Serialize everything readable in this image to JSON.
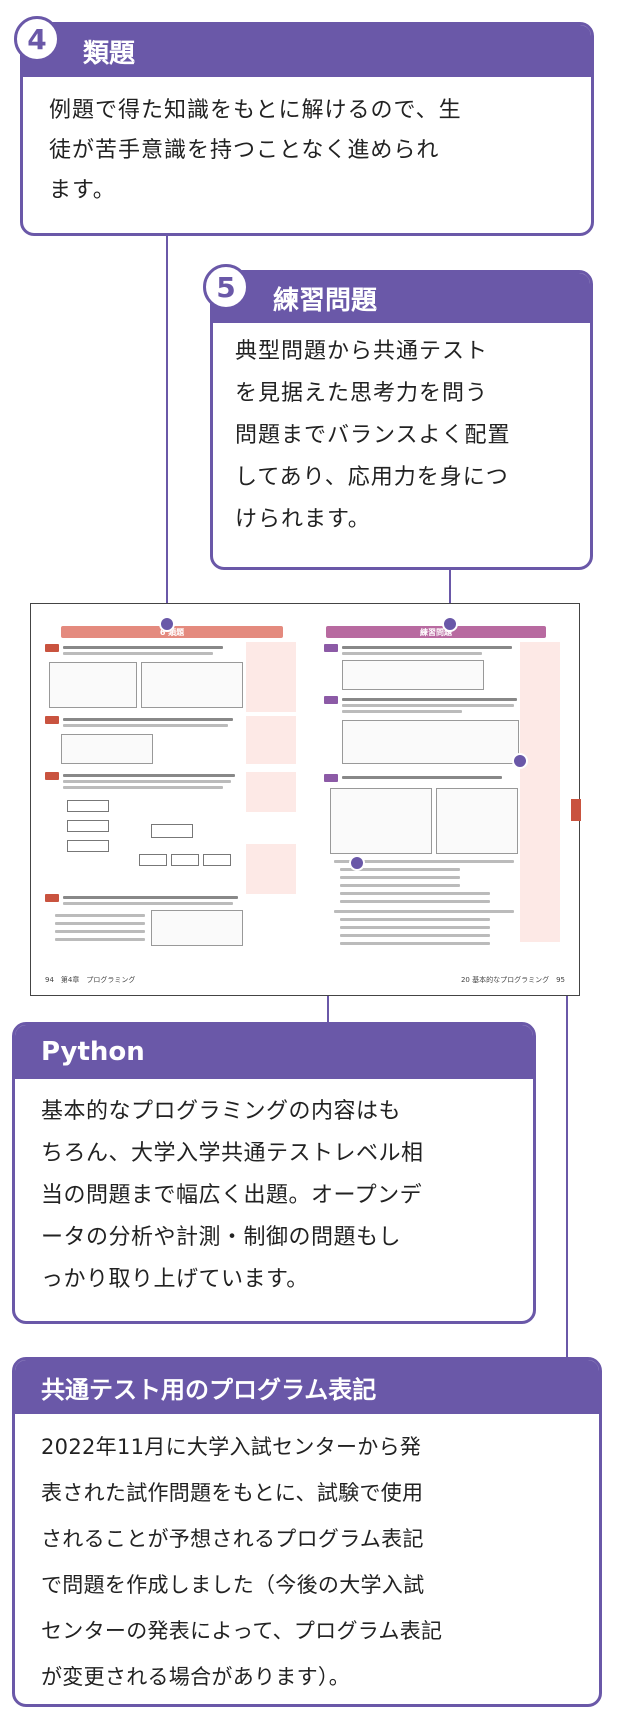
{
  "card4": {
    "number": "4",
    "title": "類題",
    "lines": [
      "例題で得た知識をもとに解けるので、生",
      "徒が苦手意識を持つことなく進められ",
      "ます。"
    ]
  },
  "card5": {
    "number": "5",
    "title": "練習問題",
    "lines": [
      "典型問題から共通テスト",
      "を見据えた思考力を問う",
      "問題までバランスよく配置",
      "してあり、応用力を身につ",
      "けられます。"
    ]
  },
  "book": {
    "left_banner": "6 類題",
    "right_banner": "練習問題",
    "left_footer": "94　第4章　プログラミング",
    "right_footer": "20 基本的なプログラミング　95"
  },
  "python_card": {
    "title": "Python",
    "lines": [
      "基本的なプログラミングの内容はも",
      "ちろん、大学入学共通テストレベル相",
      "当の問題まで幅広く出題。オープンデ",
      "ータの分析や計測・制御の問題もし",
      "っかり取り上げています。"
    ]
  },
  "notation_card": {
    "title": "共通テスト用のプログラム表記",
    "lines": [
      "2022年11月に大学入試センターから発",
      "表された試作問題をもとに、試験で使用",
      "されることが予想されるプログラム表記",
      "で問題を作成しました（今後の大学入試",
      "センターの発表によって、プログラム表記",
      "が変更される場合があります）。"
    ]
  },
  "colors": {
    "accent": "#6a58a8",
    "book_banner_left": "#e48a7e",
    "book_banner_right": "#b86aa0"
  }
}
